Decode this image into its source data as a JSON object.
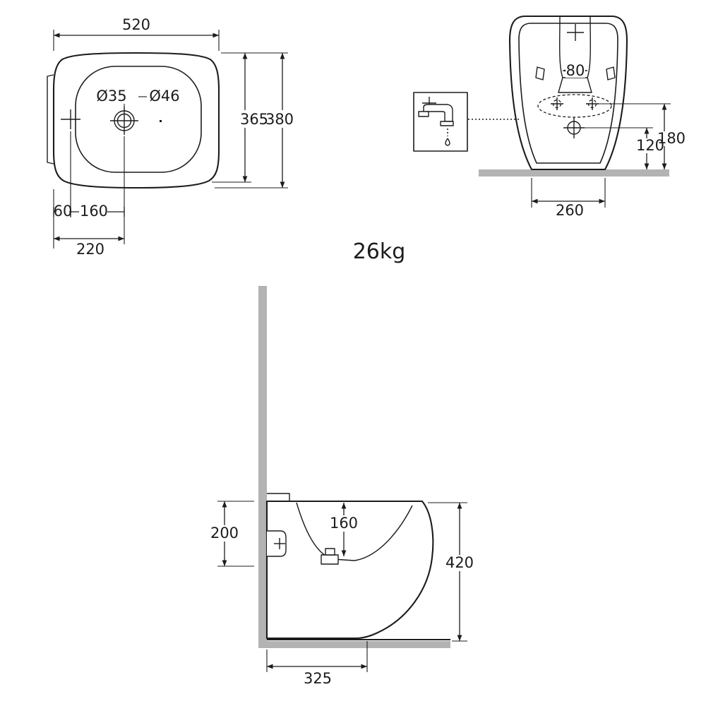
{
  "product": {
    "weight": "26kg"
  },
  "top_view": {
    "width": "520",
    "inner_depth": "365",
    "depth": "380",
    "hole_small": "Ø35",
    "hole_large": "Ø46",
    "edge_offset": "60",
    "hole_spacing": "160",
    "center_offset": "220"
  },
  "front_view": {
    "tap_deck_width": "80",
    "hole_height": "120",
    "upper_hole_height": "180",
    "base_width": "260"
  },
  "side_view": {
    "back_height": "200",
    "basin_depth": "160",
    "total_height": "420",
    "base_depth": "325"
  },
  "icons": {
    "faucet_box": "faucet-icon"
  },
  "colors": {
    "line": "#1c1c1c",
    "surface_gray": "#b3b3b3",
    "background": "#ffffff"
  }
}
